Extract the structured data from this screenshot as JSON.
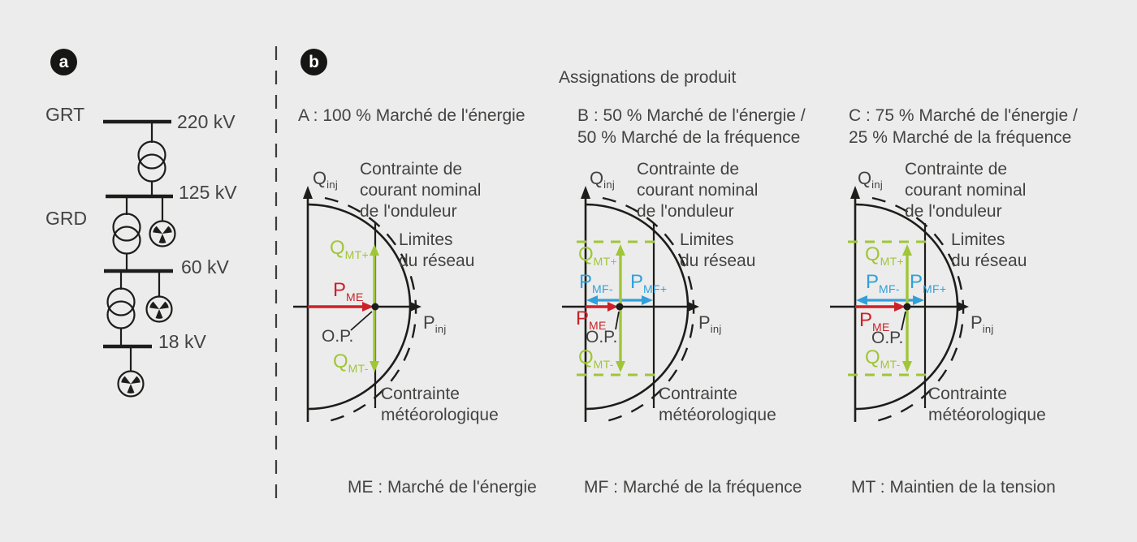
{
  "figure": {
    "panel_a": {
      "badge": "a",
      "tso_label": "GRT",
      "dso_label": "GRD",
      "voltage_levels": [
        "220 kV",
        "125 kV",
        "60 kV",
        "18 kV"
      ]
    },
    "panel_b": {
      "badge": "b",
      "title": "Assignations de produit",
      "scenarios": [
        {
          "id": "A",
          "lines": [
            "A : 100 % Marché de l'énergie"
          ],
          "energy_market_pct": 100,
          "frequency_market_pct": 0
        },
        {
          "id": "B",
          "lines": [
            "B : 50 % Marché de l'énergie /",
            "50 % Marché de la fréquence"
          ],
          "energy_market_pct": 50,
          "frequency_market_pct": 50
        },
        {
          "id": "C",
          "lines": [
            "C : 75 % Marché de l'énergie /",
            "25 % Marché de la fréquence"
          ],
          "energy_market_pct": 75,
          "frequency_market_pct": 25
        }
      ],
      "labels": {
        "q_axis": {
          "main": "Q",
          "sub": "inj"
        },
        "p_axis": {
          "main": "P",
          "sub": "inj"
        },
        "p_me": {
          "main": "P",
          "sub": "ME"
        },
        "q_mt_plus": {
          "main": "Q",
          "sub": "MT+"
        },
        "q_mt_minus": {
          "main": "Q",
          "sub": "MT-"
        },
        "p_mf_minus": {
          "main": "P",
          "sub": "MF-"
        },
        "p_mf_plus": {
          "main": "P",
          "sub": "MF+"
        },
        "op": "O.P.",
        "inverter_constraint": [
          "Contrainte de",
          "courant nominal",
          "de l'onduleur"
        ],
        "grid_limits": [
          "Limites",
          "du réseau"
        ],
        "weather_constraint": [
          "Contrainte",
          "météorologique"
        ]
      },
      "legend": [
        "ME : Marché de l'énergie",
        "MF : Marché de la fréquence",
        "MT : Maintien de la tension"
      ],
      "colors": {
        "energy_market_red": "#cc2128",
        "voltage_support_green": "#a0c637",
        "frequency_market_blue": "#31a0da"
      }
    }
  }
}
